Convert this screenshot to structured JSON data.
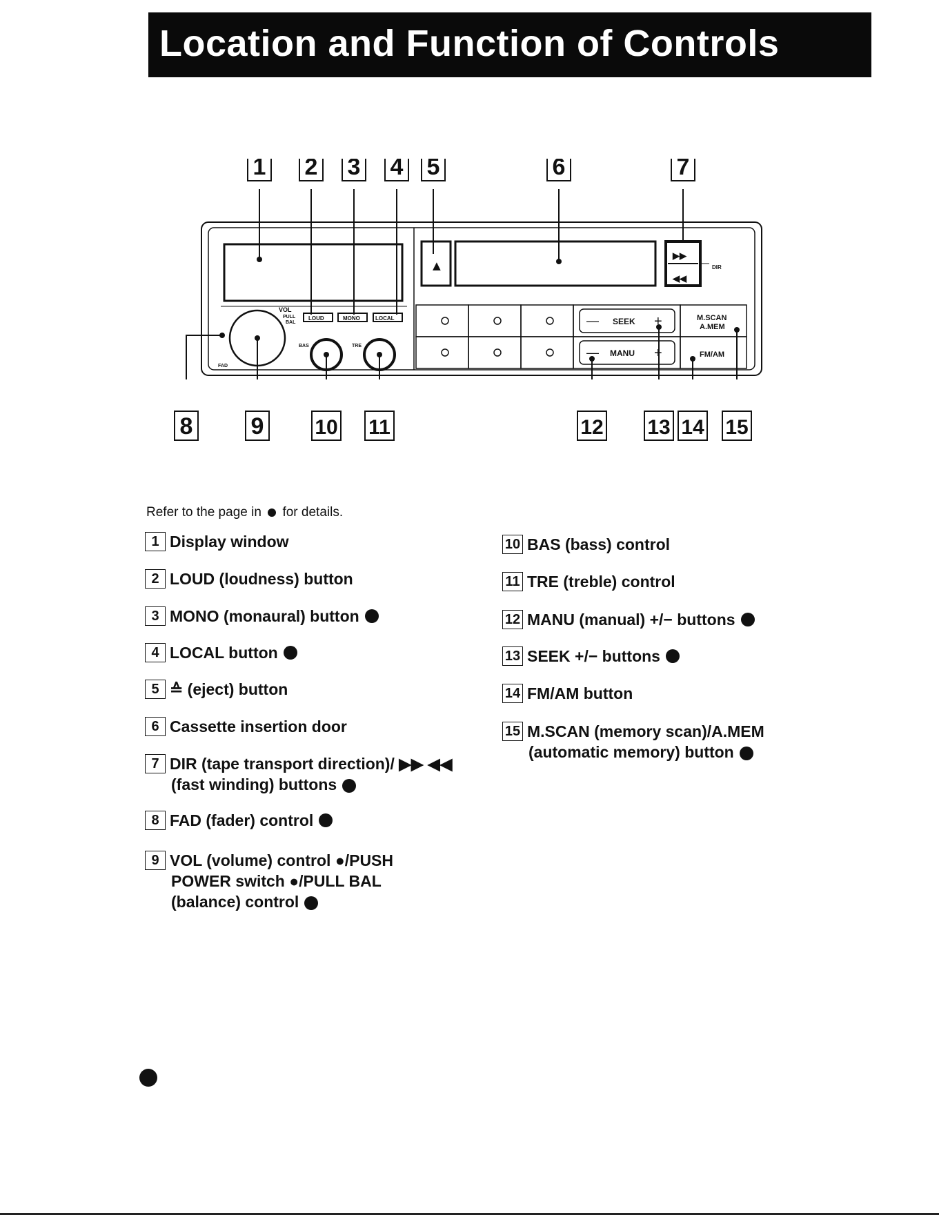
{
  "header": {
    "title": "Location and Function of Controls"
  },
  "diagram": {
    "callouts": [
      "1",
      "2",
      "3",
      "4",
      "5",
      "6",
      "7",
      "8",
      "9",
      "10",
      "11",
      "12",
      "13",
      "14",
      "15"
    ],
    "panel_labels": {
      "vol": "VOL",
      "pull": "PULL",
      "bal": "BAL",
      "fad": "FAD",
      "bas": "BAS",
      "tre": "TRE",
      "loud": "LOUD",
      "mono": "MONO",
      "local": "LOCAL",
      "seek": "SEEK",
      "manu": "MANU",
      "mscan": "M.SCAN",
      "amem": "A.MEM",
      "fmam": "FM/AM",
      "dir": "DIR",
      "ff": "▶▶",
      "rew": "◀◀",
      "eject": "▲"
    }
  },
  "intro": {
    "prefix": "Refer to the page in",
    "suffix": "for details."
  },
  "items": [
    {
      "num": "1",
      "text": "Display window",
      "line2": "",
      "dot": false
    },
    {
      "num": "2",
      "text": "LOUD (loudness) button",
      "line2": "",
      "dot": false
    },
    {
      "num": "3",
      "text": "MONO (monaural) button",
      "line2": "",
      "dot": true
    },
    {
      "num": "4",
      "text": "LOCAL button",
      "line2": "",
      "dot": true
    },
    {
      "num": "5",
      "text": "≙ (eject) button",
      "line2": "",
      "dot": false
    },
    {
      "num": "6",
      "text": "Cassette insertion door",
      "line2": "",
      "dot": false
    },
    {
      "num": "7",
      "text": "DIR (tape transport direction)/ ▶▶ ◀◀",
      "line2": "(fast winding) buttons",
      "dot": true
    },
    {
      "num": "8",
      "text": "FAD (fader) control",
      "line2": "",
      "dot": true
    },
    {
      "num": "9",
      "text": "VOL (volume) control ●/PUSH",
      "line2": "POWER switch ●/PULL BAL",
      "line3": "(balance) control",
      "dot": true
    },
    {
      "num": "10",
      "text": "BAS (bass) control",
      "line2": "",
      "dot": false
    },
    {
      "num": "11",
      "text": "TRE (treble) control",
      "line2": "",
      "dot": false
    },
    {
      "num": "12",
      "text": "MANU (manual) +/− buttons",
      "line2": "",
      "dot": true
    },
    {
      "num": "13",
      "text": "SEEK +/− buttons",
      "line2": "",
      "dot": true
    },
    {
      "num": "14",
      "text": "FM/AM button",
      "line2": "",
      "dot": false
    },
    {
      "num": "15",
      "text": "M.SCAN (memory scan)/A.MEM",
      "line2": "(automatic memory) button",
      "dot": true
    }
  ]
}
